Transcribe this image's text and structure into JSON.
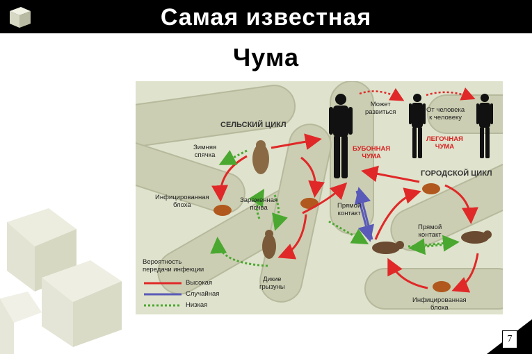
{
  "slide": {
    "title_line1": "Самая известная",
    "title_line2": "Чума",
    "page_number": "7"
  },
  "figure": {
    "rural_cycle": "СЕЛЬСКИЙ ЦИКЛ",
    "urban_cycle": "ГОРОДСКОЙ ЦИКЛ",
    "hibernation": [
      "Зимняя",
      "спячка"
    ],
    "infected_flea_left": [
      "Инфицированная",
      "блоха"
    ],
    "infected_soil": [
      "Зараженная",
      "почва"
    ],
    "wild_rodents": [
      "Дикие",
      "грызуны"
    ],
    "may_develop": [
      "Может",
      "развиться"
    ],
    "person_to_person": [
      "От человека",
      "к человеку"
    ],
    "bubonic_plague": [
      "БУБОННАЯ",
      "ЧУМА"
    ],
    "pneumonic_plague": [
      "ЛЕГОЧНАЯ",
      "ЧУМА"
    ],
    "direct_contact_left": [
      "Прямой",
      "контакт"
    ],
    "direct_contact_right": [
      "Прямой",
      "контакт"
    ],
    "infected_flea_bottom": [
      "Инфицированная",
      "блоха"
    ],
    "legend": {
      "title": [
        "Вероятность",
        "передачи инфекции"
      ],
      "items": [
        {
          "label": "Высокая",
          "color": "#e02828",
          "style": "solid"
        },
        {
          "label": "Случайная",
          "color": "#5a5ab8",
          "style": "solid"
        },
        {
          "label": "Низкая",
          "color": "#4aa830",
          "style": "dotted"
        }
      ]
    }
  }
}
